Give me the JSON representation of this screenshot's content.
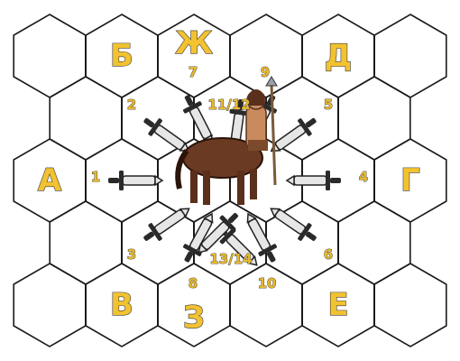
{
  "colors": {
    "letter": "#f2c230",
    "number": "#e8b92a",
    "hex_border": "#1a1a1a",
    "unit": "#6b3a22"
  },
  "center_unit": {
    "icon": "centaur-icon"
  },
  "zones": [
    {
      "id": "a",
      "label": "А"
    },
    {
      "id": "b",
      "label": "Б"
    },
    {
      "id": "v",
      "label": "В"
    },
    {
      "id": "g",
      "label": "Г"
    },
    {
      "id": "d",
      "label": "Д"
    },
    {
      "id": "e",
      "label": "Е"
    },
    {
      "id": "zh",
      "label": "Ж"
    },
    {
      "id": "z",
      "label": "З"
    }
  ],
  "attack_labels": [
    "1",
    "2",
    "3",
    "4",
    "5",
    "6",
    "7",
    "8",
    "9",
    "10",
    "11/12",
    "13/14"
  ]
}
